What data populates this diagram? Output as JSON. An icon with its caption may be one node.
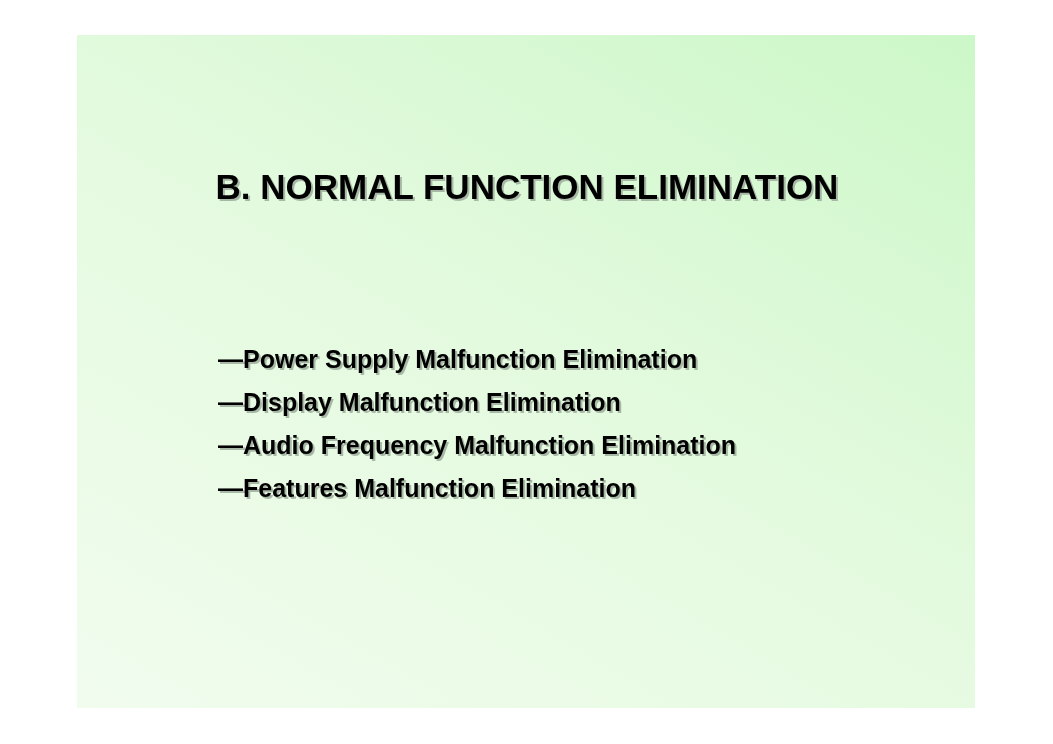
{
  "diagram": {
    "title": "B. NORMAL FUNCTION ELIMINATION",
    "labels": [
      "—Power Supply Malfunction Elimination",
      "—Display Malfunction Elimination",
      "—Audio Frequency Malfunction Elimination",
      "—Features Malfunction Elimination"
    ]
  }
}
